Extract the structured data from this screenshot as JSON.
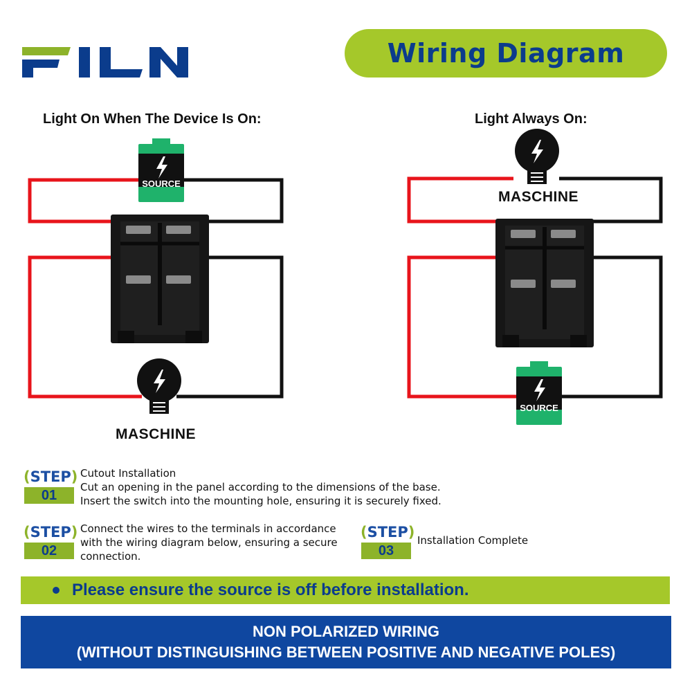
{
  "brand": {
    "logo_text": "FILN"
  },
  "header": {
    "title": "Wiring Diagram"
  },
  "diagrams": [
    {
      "subtitle": "Light On When The Device Is On:",
      "source_label": "SOURCE",
      "load_label": "MASCHINE"
    },
    {
      "subtitle": "Light Always On:",
      "source_label": "SOURCE",
      "load_label": "MASCHINE"
    }
  ],
  "steps": [
    {
      "word": "STEP",
      "number": "01",
      "lines": [
        "Cutout Installation",
        "Cut an opening in the panel according to the dimensions of the base.",
        "Insert the switch into the mounting hole, ensuring it is securely fixed."
      ]
    },
    {
      "word": "STEP",
      "number": "02",
      "lines": [
        "Connect the wires to the terminals in accordance",
        "with the wiring diagram below, ensuring a secure",
        "connection."
      ]
    },
    {
      "word": "STEP",
      "number": "03",
      "lines": [
        "Installation Complete"
      ]
    }
  ],
  "notice": {
    "text": "Please ensure the source is off before installation."
  },
  "footer": {
    "line1": "NON POLARIZED WIRING",
    "line2": "(WITHOUT DISTINGUISHING BETWEEN POSITIVE AND NEGATIVE POLES)"
  },
  "colors": {
    "brand_green": "#a5c82a",
    "brand_blue": "#0b3c8c",
    "wire_red": "#e8141b",
    "wire_black": "#111111",
    "battery_green": "#1fb26b"
  },
  "icons": {
    "source": "battery-bolt-icon",
    "machine": "bulb-bolt-icon"
  }
}
